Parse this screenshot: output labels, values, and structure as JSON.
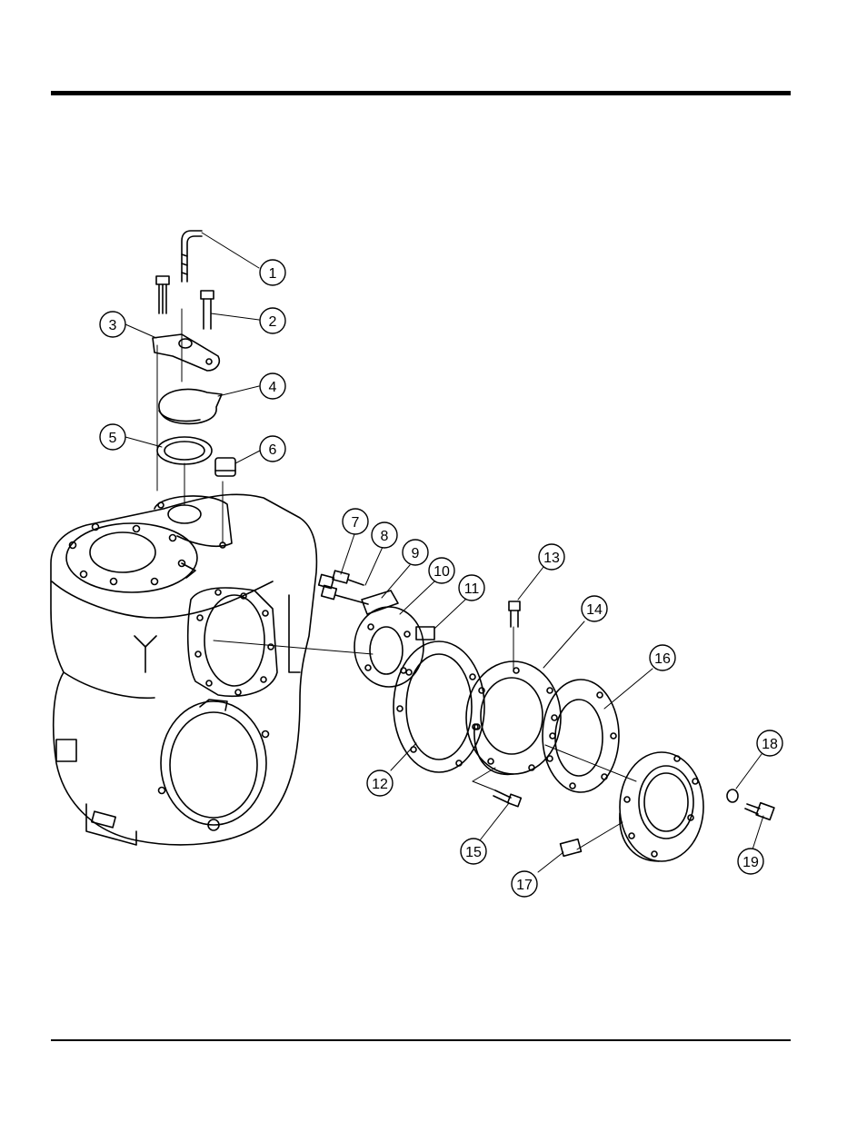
{
  "callouts": [
    {
      "label": "1"
    },
    {
      "label": "2"
    },
    {
      "label": "3"
    },
    {
      "label": "4"
    },
    {
      "label": "5"
    },
    {
      "label": "6"
    },
    {
      "label": "7"
    },
    {
      "label": "8"
    },
    {
      "label": "9"
    },
    {
      "label": "10"
    },
    {
      "label": "11"
    },
    {
      "label": "12"
    },
    {
      "label": "13"
    },
    {
      "label": "14"
    },
    {
      "label": "15"
    },
    {
      "label": "16"
    },
    {
      "label": "17"
    },
    {
      "label": "18"
    },
    {
      "label": "19"
    }
  ]
}
